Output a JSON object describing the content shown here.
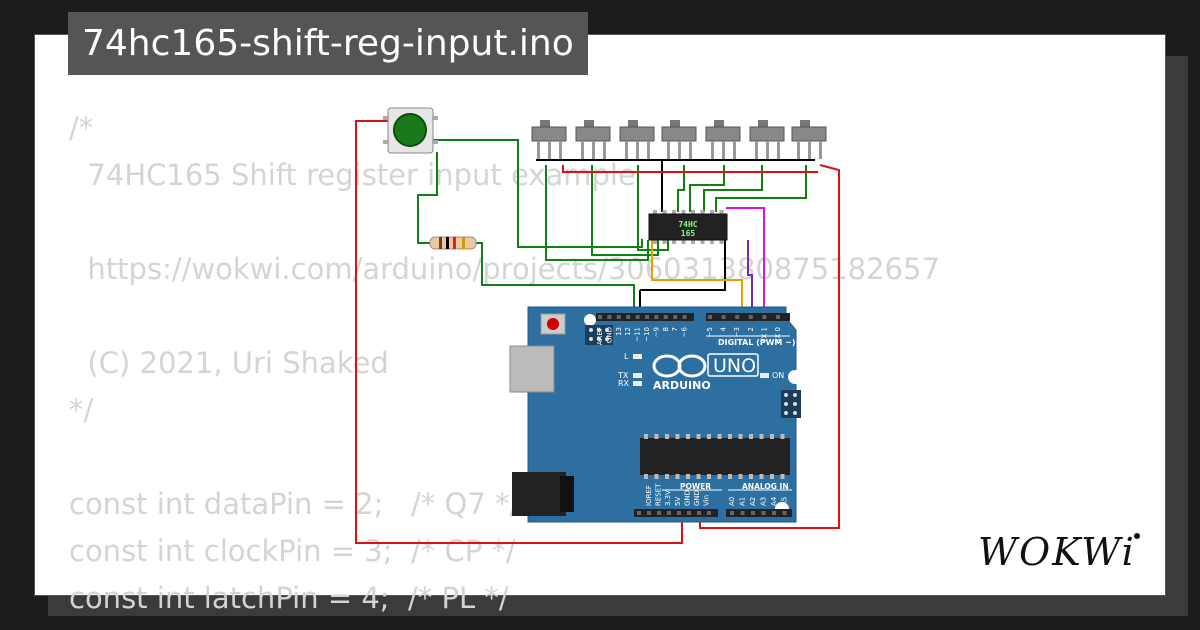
{
  "title": "74hc165-shift-reg-input.ino",
  "code_lines": [
    "/*",
    "  74HC165 Shift register input example",
    "",
    "  https://wokwi.com/arduino/projects/306031380875182657",
    "",
    "  (C) 2021, Uri Shaked",
    "*/",
    "",
    "const int dataPin = 2;   /* Q7 */",
    "const int clockPin = 3;  /* CP */",
    "const int latchPin = 4;  /* PL */"
  ],
  "chip": {
    "line1": "74HC",
    "line2": "165"
  },
  "arduino": {
    "brand": "ARDUINO",
    "model": "UNO",
    "digital_header": "DIGITAL (PWM ~)",
    "power_header": "POWER",
    "analog_header": "ANALOG IN",
    "on_label": "ON",
    "led_labels": [
      "L",
      "TX",
      "RX"
    ],
    "digital_pins": [
      "AREF",
      "GND",
      "13",
      "12",
      "~11",
      "~10",
      "~9",
      "8",
      "7",
      "~6",
      "~5",
      "4",
      "~3",
      "2",
      "TX 1",
      "RX 0"
    ],
    "power_pins": [
      "IOREF",
      "RESET",
      "3.3V",
      "5V",
      "GND",
      "GND",
      "Vin"
    ],
    "analog_pins": [
      "A0",
      "A1",
      "A2",
      "A3",
      "A4",
      "A5"
    ]
  },
  "logo": "WOKWi",
  "colors": {
    "wire_red": "#dd1111",
    "wire_green": "#108010",
    "wire_black": "#000000",
    "wire_magenta": "#e010e0",
    "wire_orange": "#e8a000",
    "board_blue": "#2c6fa0"
  },
  "switch_count": 7
}
